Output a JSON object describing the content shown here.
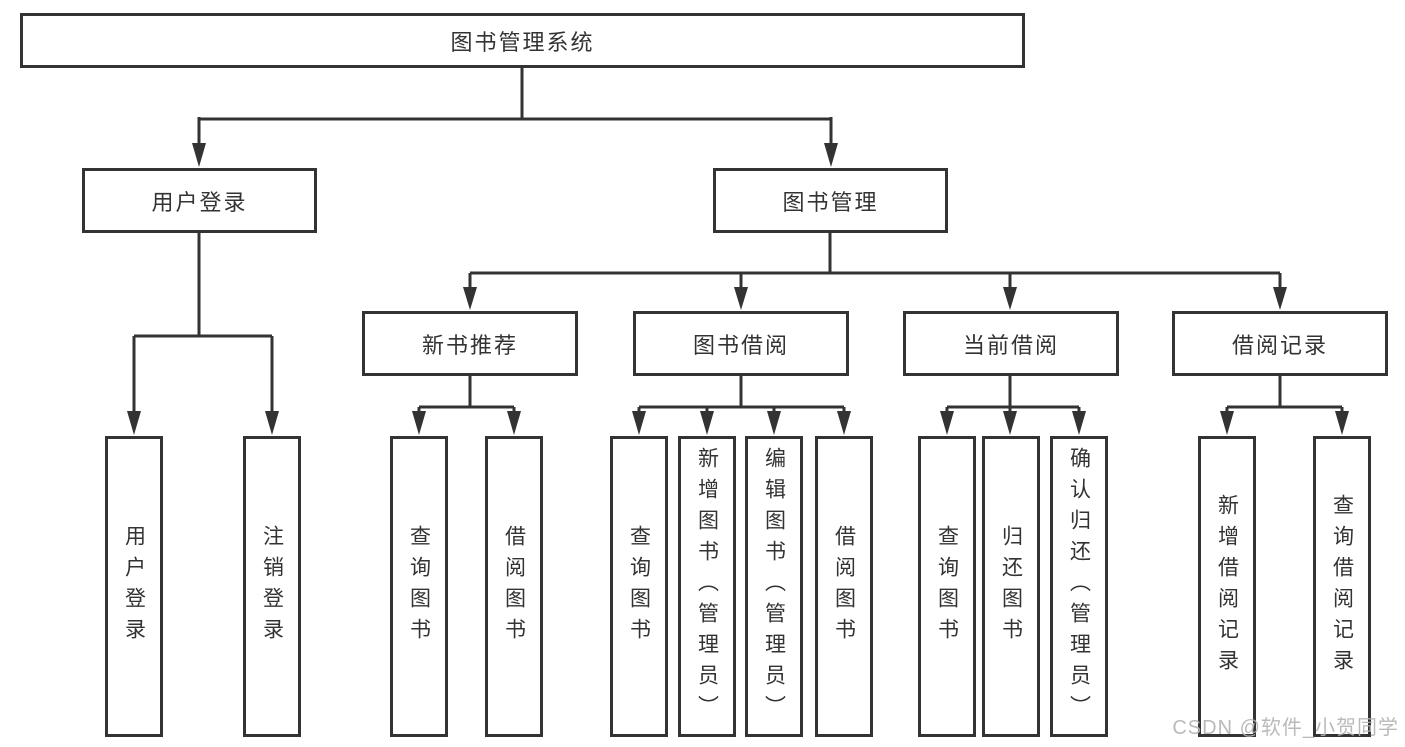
{
  "diagram": {
    "root": {
      "label": "图书管理系统"
    },
    "children": [
      {
        "label": "用户登录",
        "children": [
          {
            "label": "用户登录"
          },
          {
            "label": "注销登录"
          }
        ]
      },
      {
        "label": "图书管理",
        "children": [
          {
            "label": "新书推荐",
            "children": [
              {
                "label": "查询图书"
              },
              {
                "label": "借阅图书"
              }
            ]
          },
          {
            "label": "图书借阅",
            "children": [
              {
                "label": "查询图书"
              },
              {
                "label": "新增图书（管理员）"
              },
              {
                "label": "编辑图书（管理员）"
              },
              {
                "label": "借阅图书"
              }
            ]
          },
          {
            "label": "当前借阅",
            "children": [
              {
                "label": "查询图书"
              },
              {
                "label": "归还图书"
              },
              {
                "label": "确认归还（管理员）"
              }
            ]
          },
          {
            "label": "借阅记录",
            "children": [
              {
                "label": "新增借阅记录"
              },
              {
                "label": "查询借阅记录"
              }
            ]
          }
        ]
      }
    ]
  },
  "watermark": {
    "text": "CSDN @软件_小贺同学"
  },
  "colors": {
    "line": "#333333",
    "text": "#333333",
    "background": "#ffffff",
    "watermark": "#b3b3b3"
  }
}
